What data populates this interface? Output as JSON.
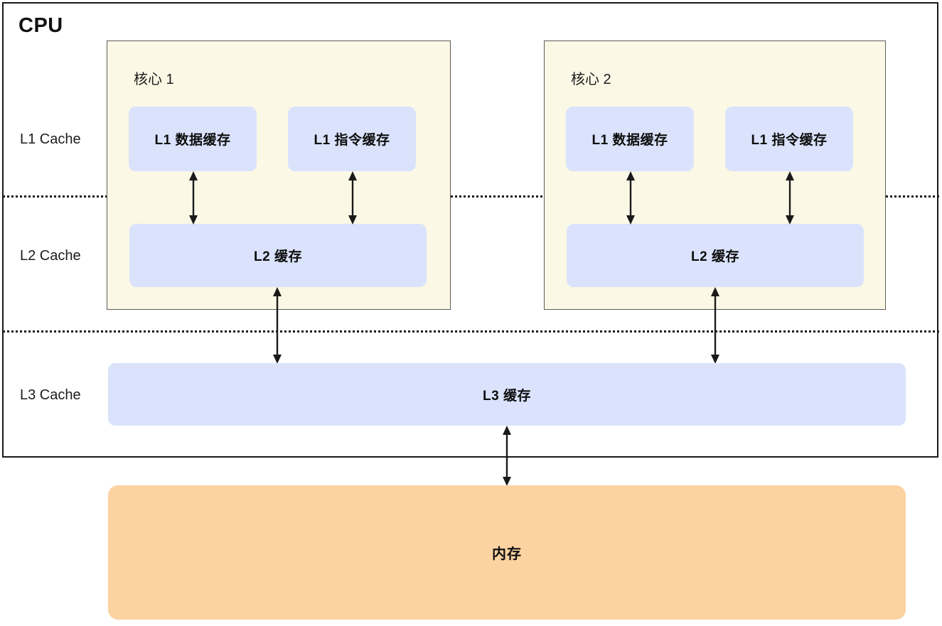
{
  "diagram": {
    "title": "CPU",
    "tier_labels": [
      {
        "id": "l1",
        "text": "L1 Cache"
      },
      {
        "id": "l2",
        "text": "L2 Cache"
      },
      {
        "id": "l3",
        "text": "L3 Cache"
      }
    ],
    "cores": [
      {
        "id": "core-1",
        "label": "核心 1",
        "l1_data": "L1 数据缓存",
        "l1_instruction": "L1 指令缓存",
        "l2": "L2 缓存"
      },
      {
        "id": "core-2",
        "label": "核心 2",
        "l1_data": "L1 数据缓存",
        "l1_instruction": "L1 指令缓存",
        "l2": "L2 缓存"
      }
    ],
    "shared": {
      "l3": "L3 缓存",
      "memory": "内存"
    },
    "colors": {
      "core_background": "#fbf8e6",
      "cache_fill": "#dae3fb",
      "memory_fill": "#fcd2a1",
      "stroke": "#1a1a1a",
      "core_stroke": "#5c5c5c"
    }
  }
}
